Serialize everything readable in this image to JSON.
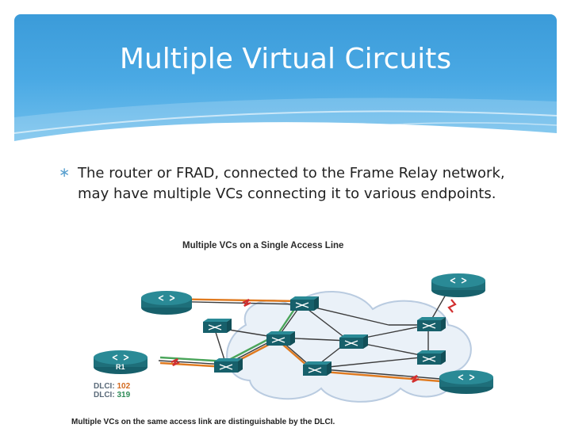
{
  "slide": {
    "title": "Multiple Virtual Circuits",
    "bullet": "The router or FRAD, connected to the Frame Relay network, may have multiple VCs connecting it to various endpoints.",
    "bullet_symbol": "∗"
  },
  "diagram": {
    "title": "Multiple VCs on a Single Access Line",
    "router_label": "R1",
    "dlci_label": "DLCI:",
    "dlci_1": "102",
    "dlci_2": "319",
    "caption": "Multiple VCs on the same access link are distinguishable by the DLCI."
  },
  "colors": {
    "header": "#3b9bd9",
    "device": "#1e6f7a",
    "vc_orange": "#e07a1f",
    "vc_green": "#4aa55a",
    "link_red": "#d23030"
  }
}
